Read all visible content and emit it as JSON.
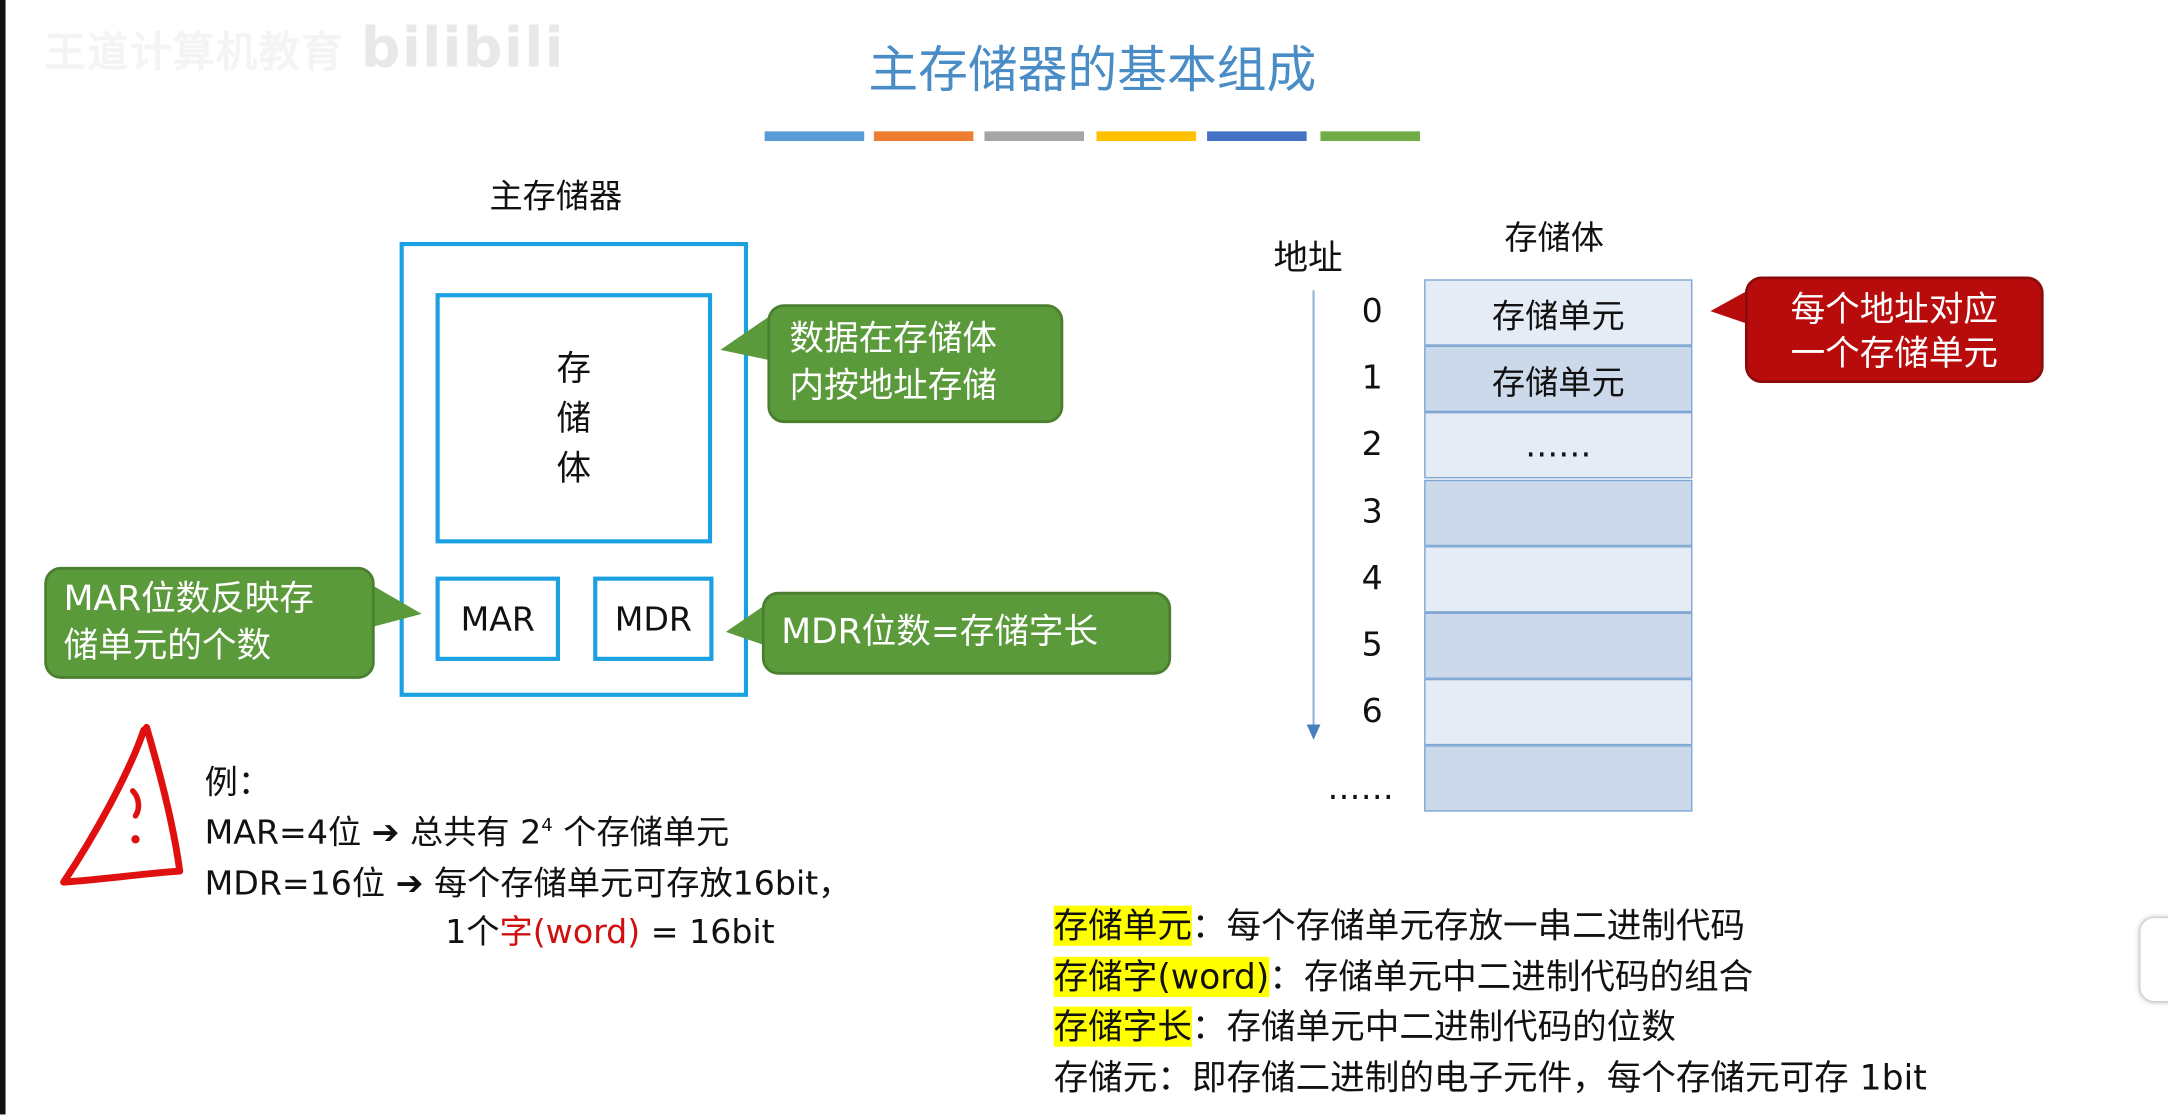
{
  "watermark": {
    "channel": "王道计算机教育",
    "logo": "bilibili"
  },
  "title": "主存储器的基本组成",
  "accent_bars": [
    "#5b9bd5",
    "#ed7d31",
    "#a5a5a5",
    "#ffc000",
    "#4472c4",
    "#70ad47"
  ],
  "left_diagram": {
    "label": "主存储器",
    "storage_body": [
      "存",
      "储",
      "体"
    ],
    "mar": "MAR",
    "mdr": "MDR",
    "callout_storage": [
      "数据在存储体",
      "内按地址存储"
    ],
    "callout_mar": [
      "MAR位数反映存",
      "储单元的个数"
    ],
    "callout_mdr": "MDR位数=存储字长"
  },
  "right_diagram": {
    "address_label": "地址",
    "storage_label": "存储体",
    "addresses": [
      "0",
      "1",
      "2",
      "3",
      "4",
      "5",
      "6",
      "……"
    ],
    "cells": [
      "存储单元",
      "存储单元",
      "……",
      "",
      "",
      "",
      "",
      ""
    ],
    "callout": [
      "每个地址对应",
      "一个存储单元"
    ]
  },
  "example": {
    "heading": "例：",
    "line1_pre": "MAR=4位 ",
    "arrow": "➔",
    "line1_post": " 总共有 2",
    "line1_sup": "4",
    "line1_end": " 个存储单元",
    "line2_pre": "MDR=16位 ",
    "line2_post": " 每个存储单元可存放16bit，",
    "line3_pre": "1个",
    "line3_red": "字(word)",
    "line3_post": " = 16bit"
  },
  "definitions": [
    {
      "term": "存储单元",
      "desc": "：每个存储单元存放一串二进制代码"
    },
    {
      "term": "存储字(word)",
      "desc": "：存储单元中二进制代码的组合"
    },
    {
      "term": "存储字长",
      "desc": "：存储单元中二进制代码的位数"
    },
    {
      "term": "存储元",
      "desc": "：即存储二进制的电子元件，每个存储元可存 1bit"
    }
  ]
}
